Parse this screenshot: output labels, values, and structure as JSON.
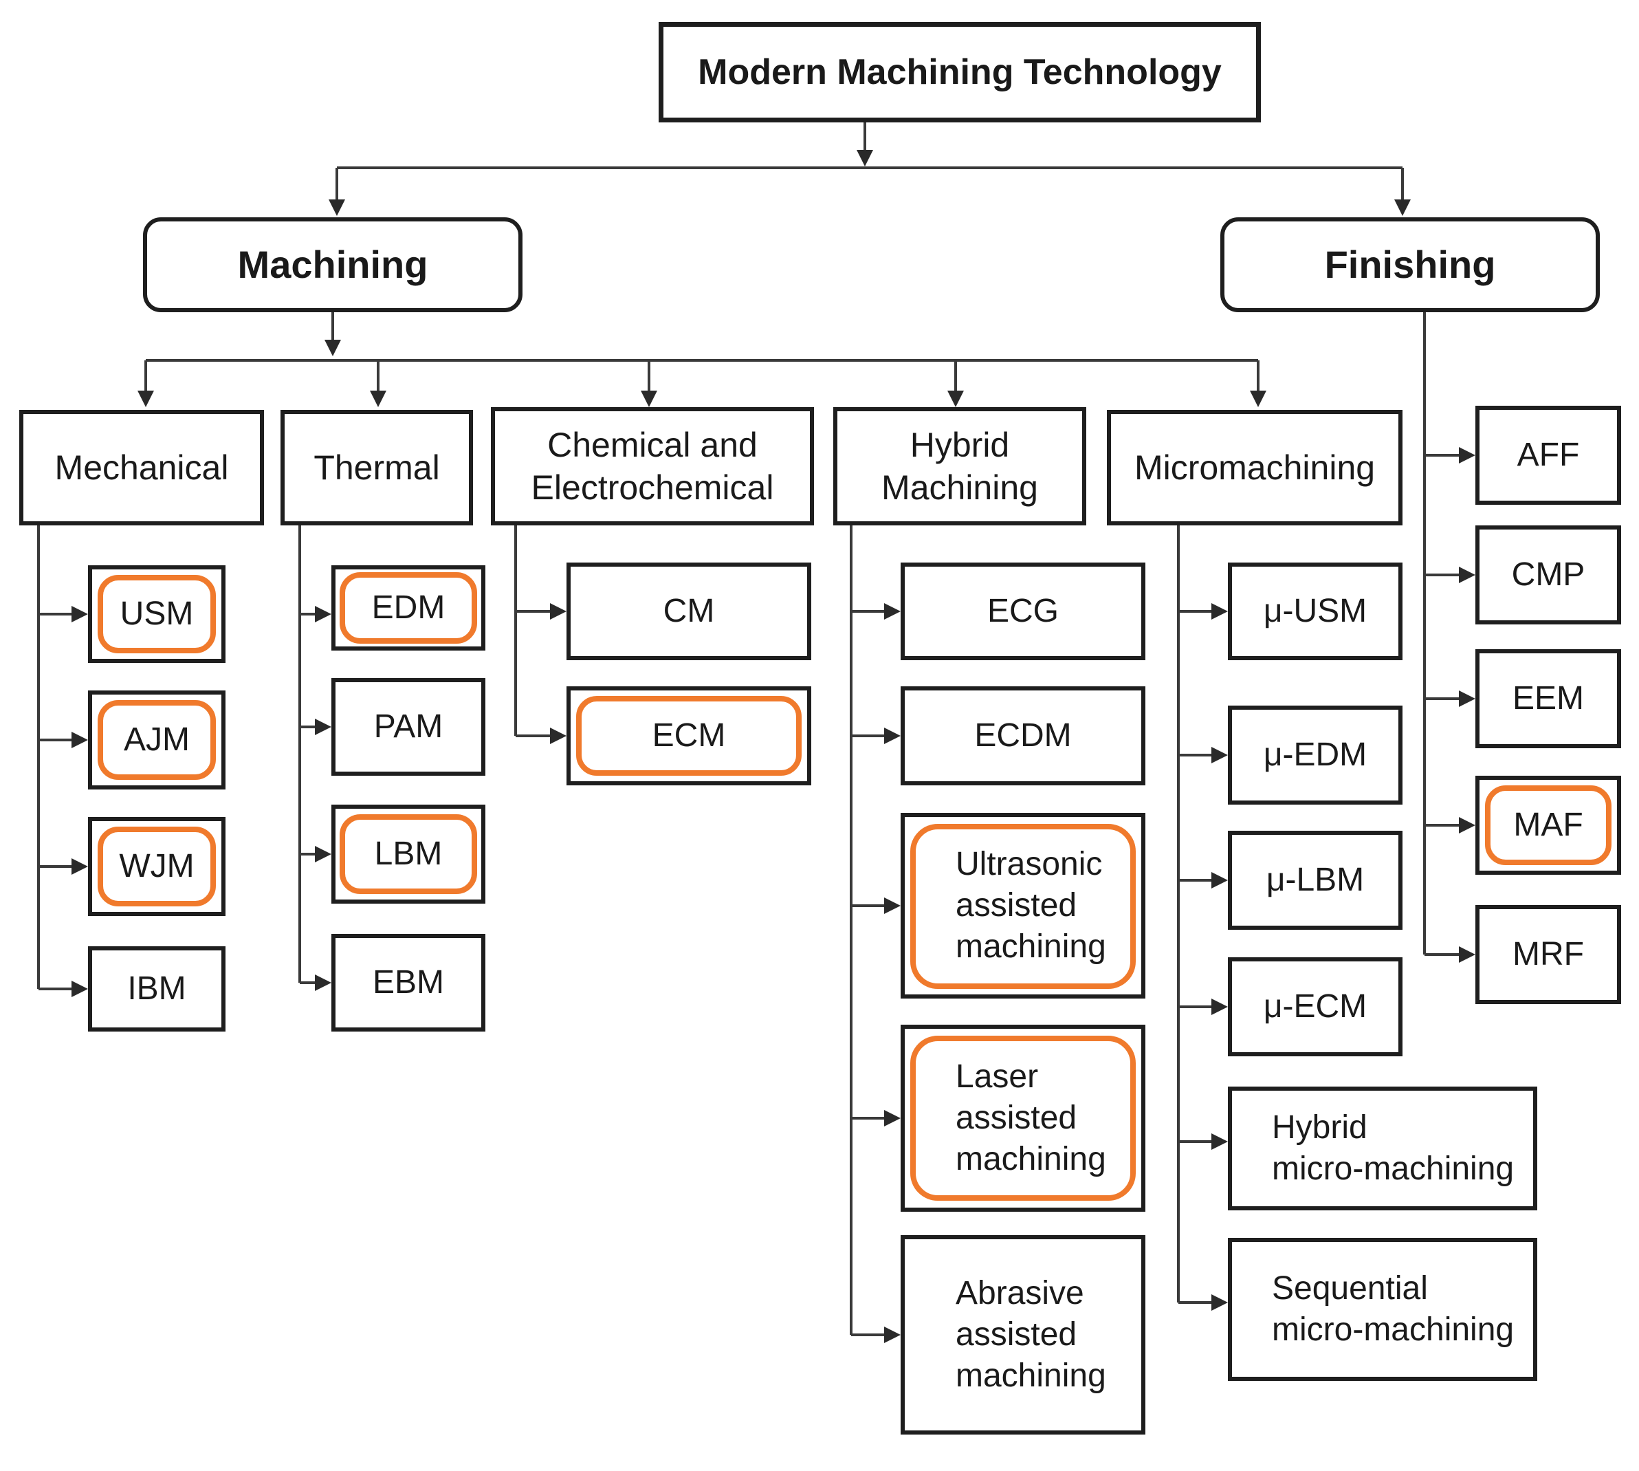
{
  "root": {
    "label": "Modern Machining Technology"
  },
  "machining": {
    "label": "Machining"
  },
  "finishing": {
    "label": "Finishing",
    "items": [
      {
        "label": "AFF",
        "highlighted": false
      },
      {
        "label": "CMP",
        "highlighted": false
      },
      {
        "label": "EEM",
        "highlighted": false
      },
      {
        "label": "MAF",
        "highlighted": true
      },
      {
        "label": "MRF",
        "highlighted": false
      }
    ]
  },
  "categories": [
    {
      "label": "Mechanical",
      "items": [
        {
          "label": "USM",
          "highlighted": true
        },
        {
          "label": "AJM",
          "highlighted": true
        },
        {
          "label": "WJM",
          "highlighted": true
        },
        {
          "label": "IBM",
          "highlighted": false
        }
      ]
    },
    {
      "label": "Thermal",
      "items": [
        {
          "label": "EDM",
          "highlighted": true
        },
        {
          "label": "PAM",
          "highlighted": false
        },
        {
          "label": "LBM",
          "highlighted": true
        },
        {
          "label": "EBM",
          "highlighted": false
        }
      ]
    },
    {
      "label": "Chemical and\nElectrochemical",
      "items": [
        {
          "label": "CM",
          "highlighted": false
        },
        {
          "label": "ECM",
          "highlighted": true
        }
      ]
    },
    {
      "label": "Hybrid\nMachining",
      "items": [
        {
          "label": "ECG",
          "highlighted": false
        },
        {
          "label": "ECDM",
          "highlighted": false
        },
        {
          "label": "Ultrasonic\nassisted\nmachining",
          "highlighted": true
        },
        {
          "label": "Laser\nassisted\nmachining",
          "highlighted": true
        },
        {
          "label": "Abrasive\nassisted\nmachining",
          "highlighted": false
        }
      ]
    },
    {
      "label": "Micromachining",
      "items": [
        {
          "label": "μ-USM",
          "highlighted": false
        },
        {
          "label": "μ-EDM",
          "highlighted": false
        },
        {
          "label": "μ-LBM",
          "highlighted": false
        },
        {
          "label": "μ-ECM",
          "highlighted": false
        },
        {
          "label": "Hybrid\nmicro-machining",
          "highlighted": false
        },
        {
          "label": "Sequential\nmicro-machining",
          "highlighted": false
        }
      ]
    }
  ],
  "colors": {
    "line": "#3a3a3a",
    "border": "#1e1e1e",
    "highlight": "#f07a2c"
  }
}
